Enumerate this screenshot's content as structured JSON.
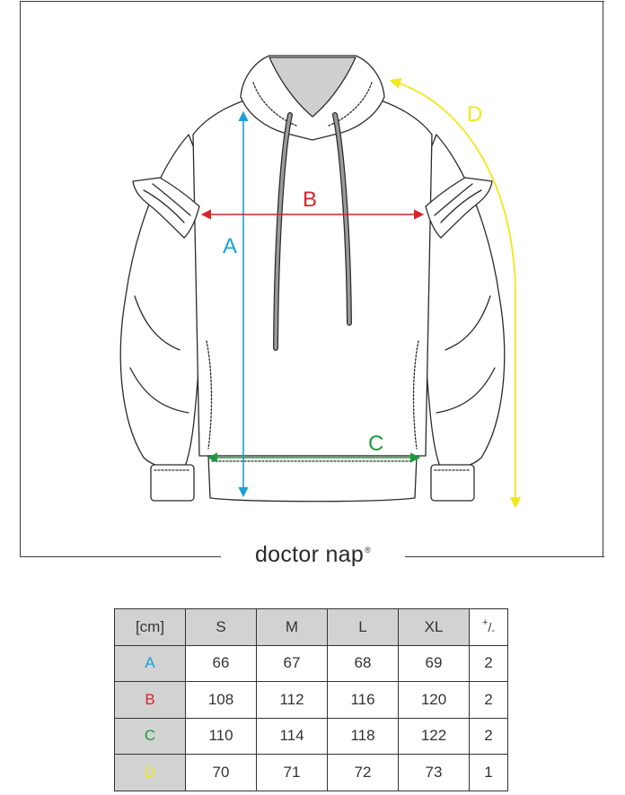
{
  "diagram": {
    "brand": "doctor nap",
    "brand_mark": "®",
    "labels": {
      "A": "A",
      "B": "B",
      "C": "C",
      "D": "D"
    },
    "colors": {
      "A": "#1aa0d8",
      "B": "#d9232e",
      "C": "#1e9a3e",
      "D": "#f1e81a",
      "outline": "#2b2b2b",
      "hood_lining": "#cfcfcf",
      "drawstring": "#9a9a9a"
    }
  },
  "table": {
    "header": {
      "unit": "[cm]",
      "sizes": [
        "S",
        "M",
        "L",
        "XL"
      ],
      "tolerance_plus": "+",
      "tolerance_slash": "/",
      "tolerance_minus": "-"
    },
    "rows": [
      {
        "label": "A",
        "values": [
          "66",
          "67",
          "68",
          "69"
        ],
        "tolerance": "2"
      },
      {
        "label": "B",
        "values": [
          "108",
          "112",
          "116",
          "120"
        ],
        "tolerance": "2"
      },
      {
        "label": "C",
        "values": [
          "110",
          "114",
          "118",
          "122"
        ],
        "tolerance": "2"
      },
      {
        "label": "D",
        "values": [
          "70",
          "71",
          "72",
          "73"
        ],
        "tolerance": "1"
      }
    ],
    "header_shade": "#d2d2d2"
  }
}
